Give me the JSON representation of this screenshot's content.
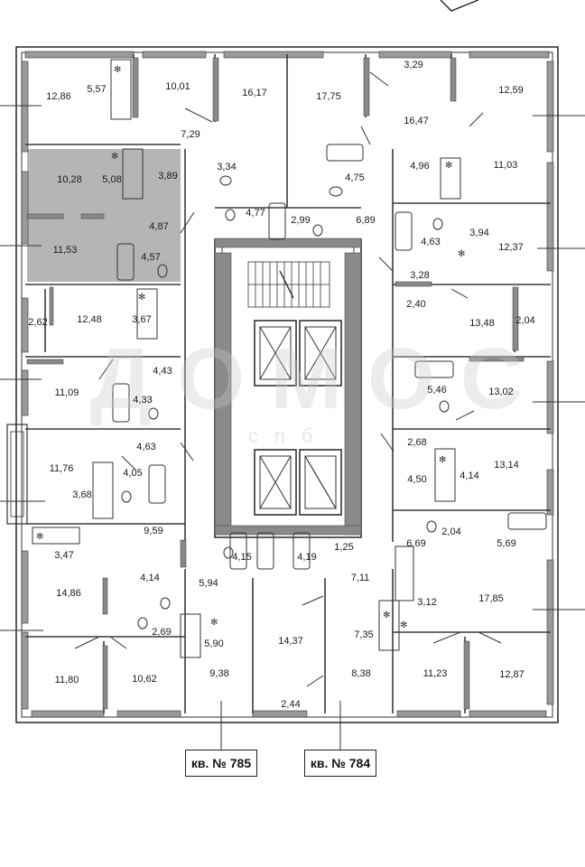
{
  "watermark": {
    "main": "ДОМОС",
    "sub": "спб"
  },
  "apartments": [
    {
      "id": "785",
      "label": "кв. № 785"
    },
    {
      "id": "784",
      "label": "кв. № 784"
    }
  ],
  "rooms": [
    "12,86",
    "5,57",
    "10,01",
    "16,17",
    "17,75",
    "3,29",
    "12,59",
    "16,47",
    "7,29",
    "3,34",
    "4,75",
    "4,96",
    "11,03",
    "10,28",
    "5,08",
    "3,89",
    "4,77",
    "2,99",
    "6,89",
    "4,63",
    "3,94",
    "12,37",
    "4,87",
    "11,53",
    "4,57",
    "3,28",
    "2,40",
    "13,48",
    "2,04",
    "2,62",
    "12,48",
    "3,67",
    "4,43",
    "5,46",
    "13,02",
    "11,09",
    "4,33",
    "2,68",
    "13,14",
    "11,76",
    "4,63",
    "4,05",
    "4,50",
    "4,14",
    "3,68",
    "9,59",
    "2,04",
    "6,69",
    "5,69",
    "3,47",
    "4,15",
    "4,19",
    "1,25",
    "4,14",
    "5,94",
    "7,11",
    "14,86",
    "3,12",
    "17,85",
    "2,69",
    "7,35",
    "5,90",
    "14,37",
    "11,80",
    "10,62",
    "9,38",
    "8,38",
    "11,23",
    "12,87",
    "2,44"
  ],
  "colors": {
    "highlight": "#b5b5b5",
    "wall": "#3a3a3a",
    "stripe": "#8a8a8a"
  }
}
